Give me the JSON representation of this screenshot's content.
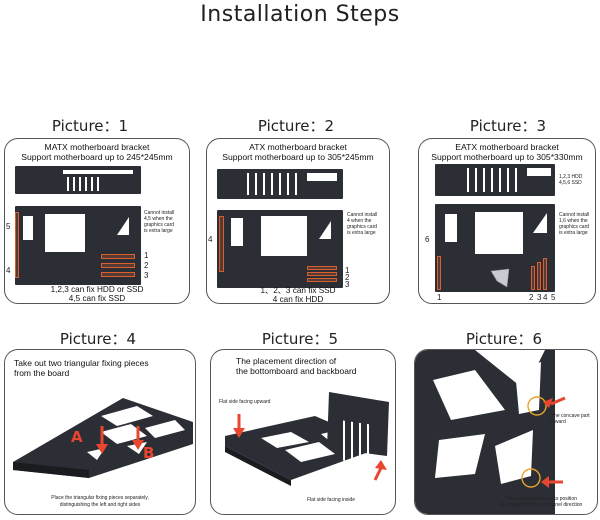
{
  "page": {
    "title": "Installation Steps"
  },
  "pictures": [
    {
      "title": "Picture：1",
      "lines": [
        "MATX motherboard bracket",
        "Support motherboard up to 245*245mm"
      ],
      "note": [
        "Cannot install",
        "4,5 when the",
        "graphics card",
        "is extra large"
      ],
      "numbers": [
        "5",
        "4",
        "1",
        "2",
        "3"
      ],
      "caption": [
        "1,2,3 can fix HDD or SSD",
        "4,5 can fix SSD"
      ]
    },
    {
      "title": "Picture：2",
      "lines": [
        "ATX motherboard bracket",
        "Support motherboard up to 305*245mm"
      ],
      "note": [
        "Cannot install",
        "4 when the",
        "graphics card",
        "is extra large"
      ],
      "numbers": [
        "4",
        "1",
        "2",
        "3"
      ],
      "caption": [
        "1、2、3 can fix SSD",
        "4 can fix HDD"
      ]
    },
    {
      "title": "Picture：3",
      "lines": [
        "EATX motherboard bracket",
        "Support motherboard up to 305*330mm"
      ],
      "side": [
        "1,2,3 HDD",
        "4,5,6 SSD"
      ],
      "note": [
        "Cannot install",
        "1,6 when the",
        "graphics card",
        "is extra large"
      ],
      "numbers": [
        "6",
        "1",
        "2",
        "3",
        "4",
        "5"
      ]
    },
    {
      "title": "Picture：4",
      "lines": [
        "Take out two triangular fixing pieces",
        "from the board"
      ],
      "letters": [
        "A",
        "B"
      ],
      "caption": [
        "Place the triangular fixing pieces separately,",
        "distinguishing the left and right sides"
      ]
    },
    {
      "title": "Picture：5",
      "lines": [
        "The placement direction of",
        "the bottomboard and backboard"
      ],
      "label_top": "Flat side facing upward",
      "label_bottom": "Flat side facing inside"
    },
    {
      "title": "Picture：6",
      "label_top": [
        "The concave part",
        "inward"
      ],
      "caption": [
        "Two compression packs position",
        "are located in the rear panel direction"
      ]
    }
  ],
  "colors": {
    "plate": "#2b2e34",
    "accent": "#e8462e",
    "highlight": "#d9602e"
  }
}
